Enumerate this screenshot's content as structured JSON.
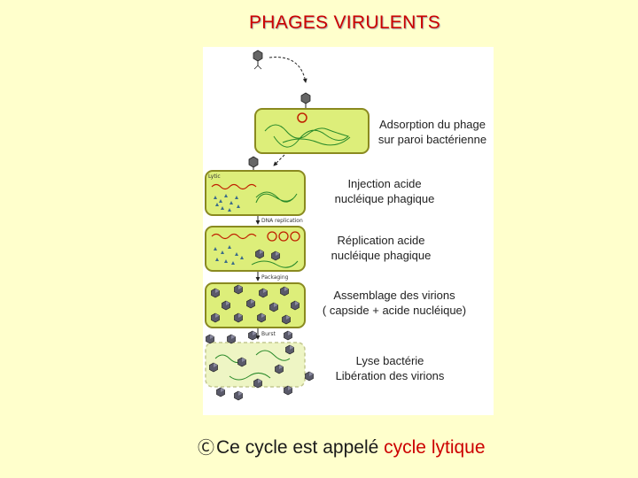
{
  "title": "PHAGES VIRULENTS",
  "diagram": {
    "steps": [
      {
        "line1": "Adsorption du phage",
        "line2": "sur paroi bactérienne"
      },
      {
        "line1": "Injection acide",
        "line2": "nucléique phagique"
      },
      {
        "line1": "Réplication acide",
        "line2": "nucléique phagique"
      },
      {
        "line1": "Assemblage des virions",
        "line2": "( capside + acide nucléique)"
      },
      {
        "line1": "Lyse bactérie",
        "line2": "Libération des virions"
      }
    ],
    "stage_labels": [
      "Lytic",
      "DNA replication",
      "Packaging",
      "Burst"
    ]
  },
  "footer": {
    "bullet_icon": "copyright-c-icon",
    "text_prefix": "Ce cycle est appelé",
    "text_highlight": "cycle lytique"
  },
  "colors": {
    "title": "#cc0000",
    "highlight": "#cc0000",
    "cell_fill": "#ddee7a",
    "cell_border": "#8a8a20",
    "background": "#ffffcc"
  }
}
